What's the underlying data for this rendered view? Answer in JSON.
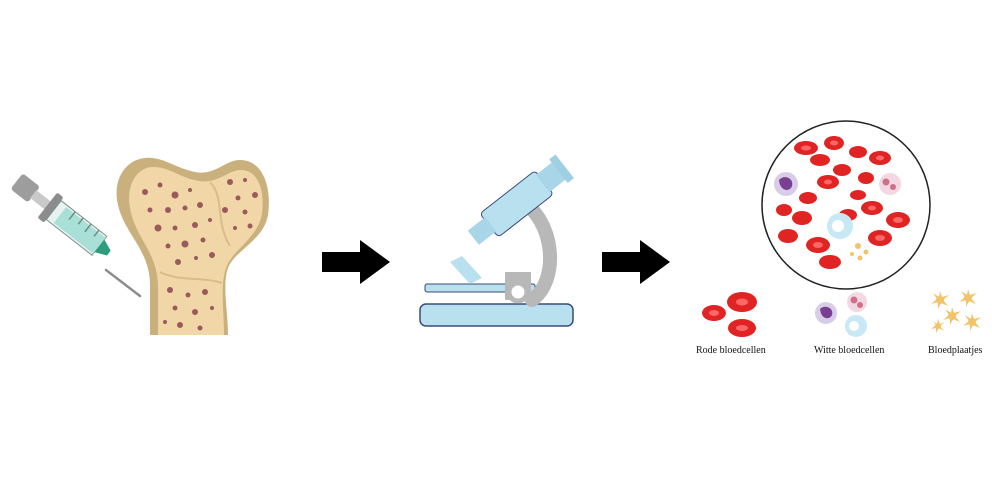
{
  "labels": {
    "red": "Rode bloedcellen",
    "white": "Witte bloedcellen",
    "platelets": "Bloedplaatjes"
  },
  "colors": {
    "bone": "#f1d7a8",
    "bone_shadow": "#c9b07d",
    "bone_dots": "#9a5a5c",
    "syringe": "#a8dfd6",
    "needle_tip": "#2f9c7e",
    "microscope": "#b9e0ee",
    "microscope_arm": "#b8b8b8",
    "red_cell": "#e02323",
    "white_cell_purple": "#7a3f92",
    "white_cell_blue": "#c7e8f4",
    "platelet": "#f2c46a",
    "arrow": "#000000"
  },
  "icons": [
    "syringe-icon",
    "bone-marrow-icon",
    "arrow-right-icon",
    "microscope-icon",
    "blood-smear-icon",
    "red-blood-cells-icon",
    "white-blood-cells-icon",
    "platelets-icon"
  ]
}
